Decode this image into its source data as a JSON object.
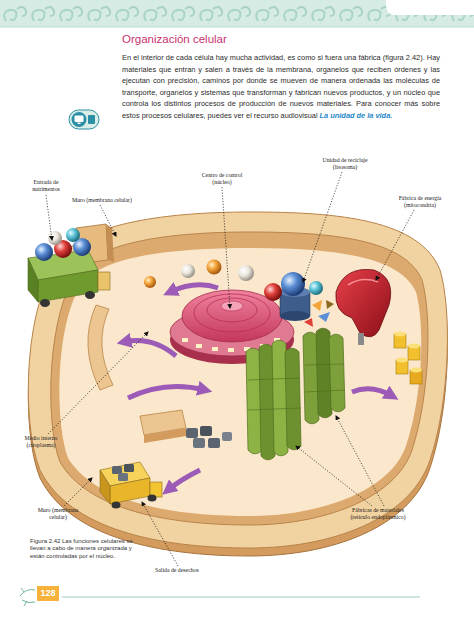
{
  "diagram": {
    "title": "Organización celular",
    "caption": "Figura 2.42 Las funciones celulares se llevan a cabo de manera organizada y están controladas por el núcleo.",
    "labels": [
      "En el interior de cada célula hay mucha actividad, es como si fuera una fábrica (figura 2.42). Hay materiales que entran y salen a través de la membrana, organelos que reciben órdenes y las ejecutan con precisión, caminos por donde se mueven de manera ordenada las moléculas de transporte, organelos y sistemas que transforman y fabrican nuevos productos, y un núcleo que controla los distintos procesos de producción de nuevos materiales. Para conocer más sobre estos procesos celulares, puedes ver el recurso audiovisual",
      "La unidad de la vida.",
      "Entrada de nutrimentos",
      "Muro (membrana celular)",
      "Centro de control (núcleo)",
      "Unidad de reciclaje (lisosoma)",
      "Fábrica de energía (mitocondria)",
      "Medio interno (citoplasma)",
      "Muro (membrana celular)",
      "Salida de desechos",
      "Fábricas de materiales (retículo endoplásmico)",
      "128"
    ]
  }
}
